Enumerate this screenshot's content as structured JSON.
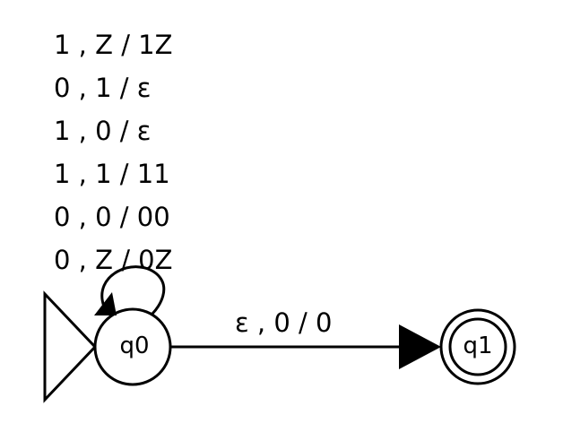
{
  "states": [
    {
      "id": "q0",
      "label": "q0",
      "initial": true,
      "accepting": false
    },
    {
      "id": "q1",
      "label": "q1",
      "initial": false,
      "accepting": true
    }
  ],
  "self_loop": {
    "state": "q0",
    "labels": [
      "1 , Z / 1Z",
      "0 , 1 / ε",
      "1 , 0 / ε",
      "1 , 1 / 11",
      "0 , 0 / 00",
      "0 , Z / 0Z"
    ]
  },
  "transition": {
    "from": "q0",
    "to": "q1",
    "label": "ε , 0 / 0"
  }
}
